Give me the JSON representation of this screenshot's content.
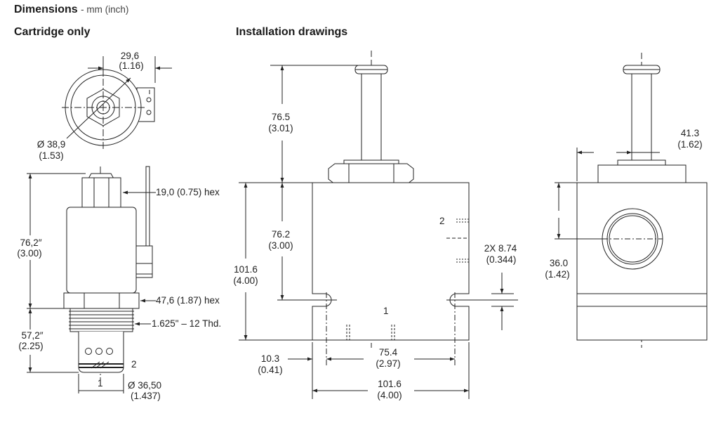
{
  "header": {
    "title": "Dimensions",
    "units": "- mm (inch)",
    "left_section": "Cartridge only",
    "right_section": "Installation drawings"
  },
  "cartridge": {
    "top_width_mm": "29,6",
    "top_width_in": "(1.16)",
    "coil_dia_mm": "Ø 38,9",
    "coil_dia_in": "(1.53)",
    "hex1": "19,0 (0.75) hex",
    "height_mm": "76,2″",
    "height_in": "(3.00)",
    "hex2": "47,6 (1.87) hex",
    "thread": "1.625\" – 12 Thd.",
    "lower_mm": "57,2″",
    "lower_in": "(2.25)",
    "port2": "2",
    "port1": "1",
    "base_dia_mm": "Ø 36,50",
    "base_dia_in": "(1.437)"
  },
  "install": {
    "top_h_mm": "76.5",
    "top_h_in": "(3.01)",
    "body_h_mm": "76.2",
    "body_h_in": "(3.00)",
    "total_h_mm": "101.6",
    "total_h_in": "(4.00)",
    "port2": "2",
    "port1": "1",
    "slot_mm": "2X 8.74",
    "slot_in": "(0.344)",
    "edge_mm": "10.3",
    "edge_in": "(0.41)",
    "center_mm": "75.4",
    "center_in": "(2.97)",
    "width_mm": "101.6",
    "width_in": "(4.00)",
    "side_w_mm": "41.3",
    "side_w_in": "(1.62)",
    "side_h_mm": "36.0",
    "side_h_in": "(1.42)"
  }
}
